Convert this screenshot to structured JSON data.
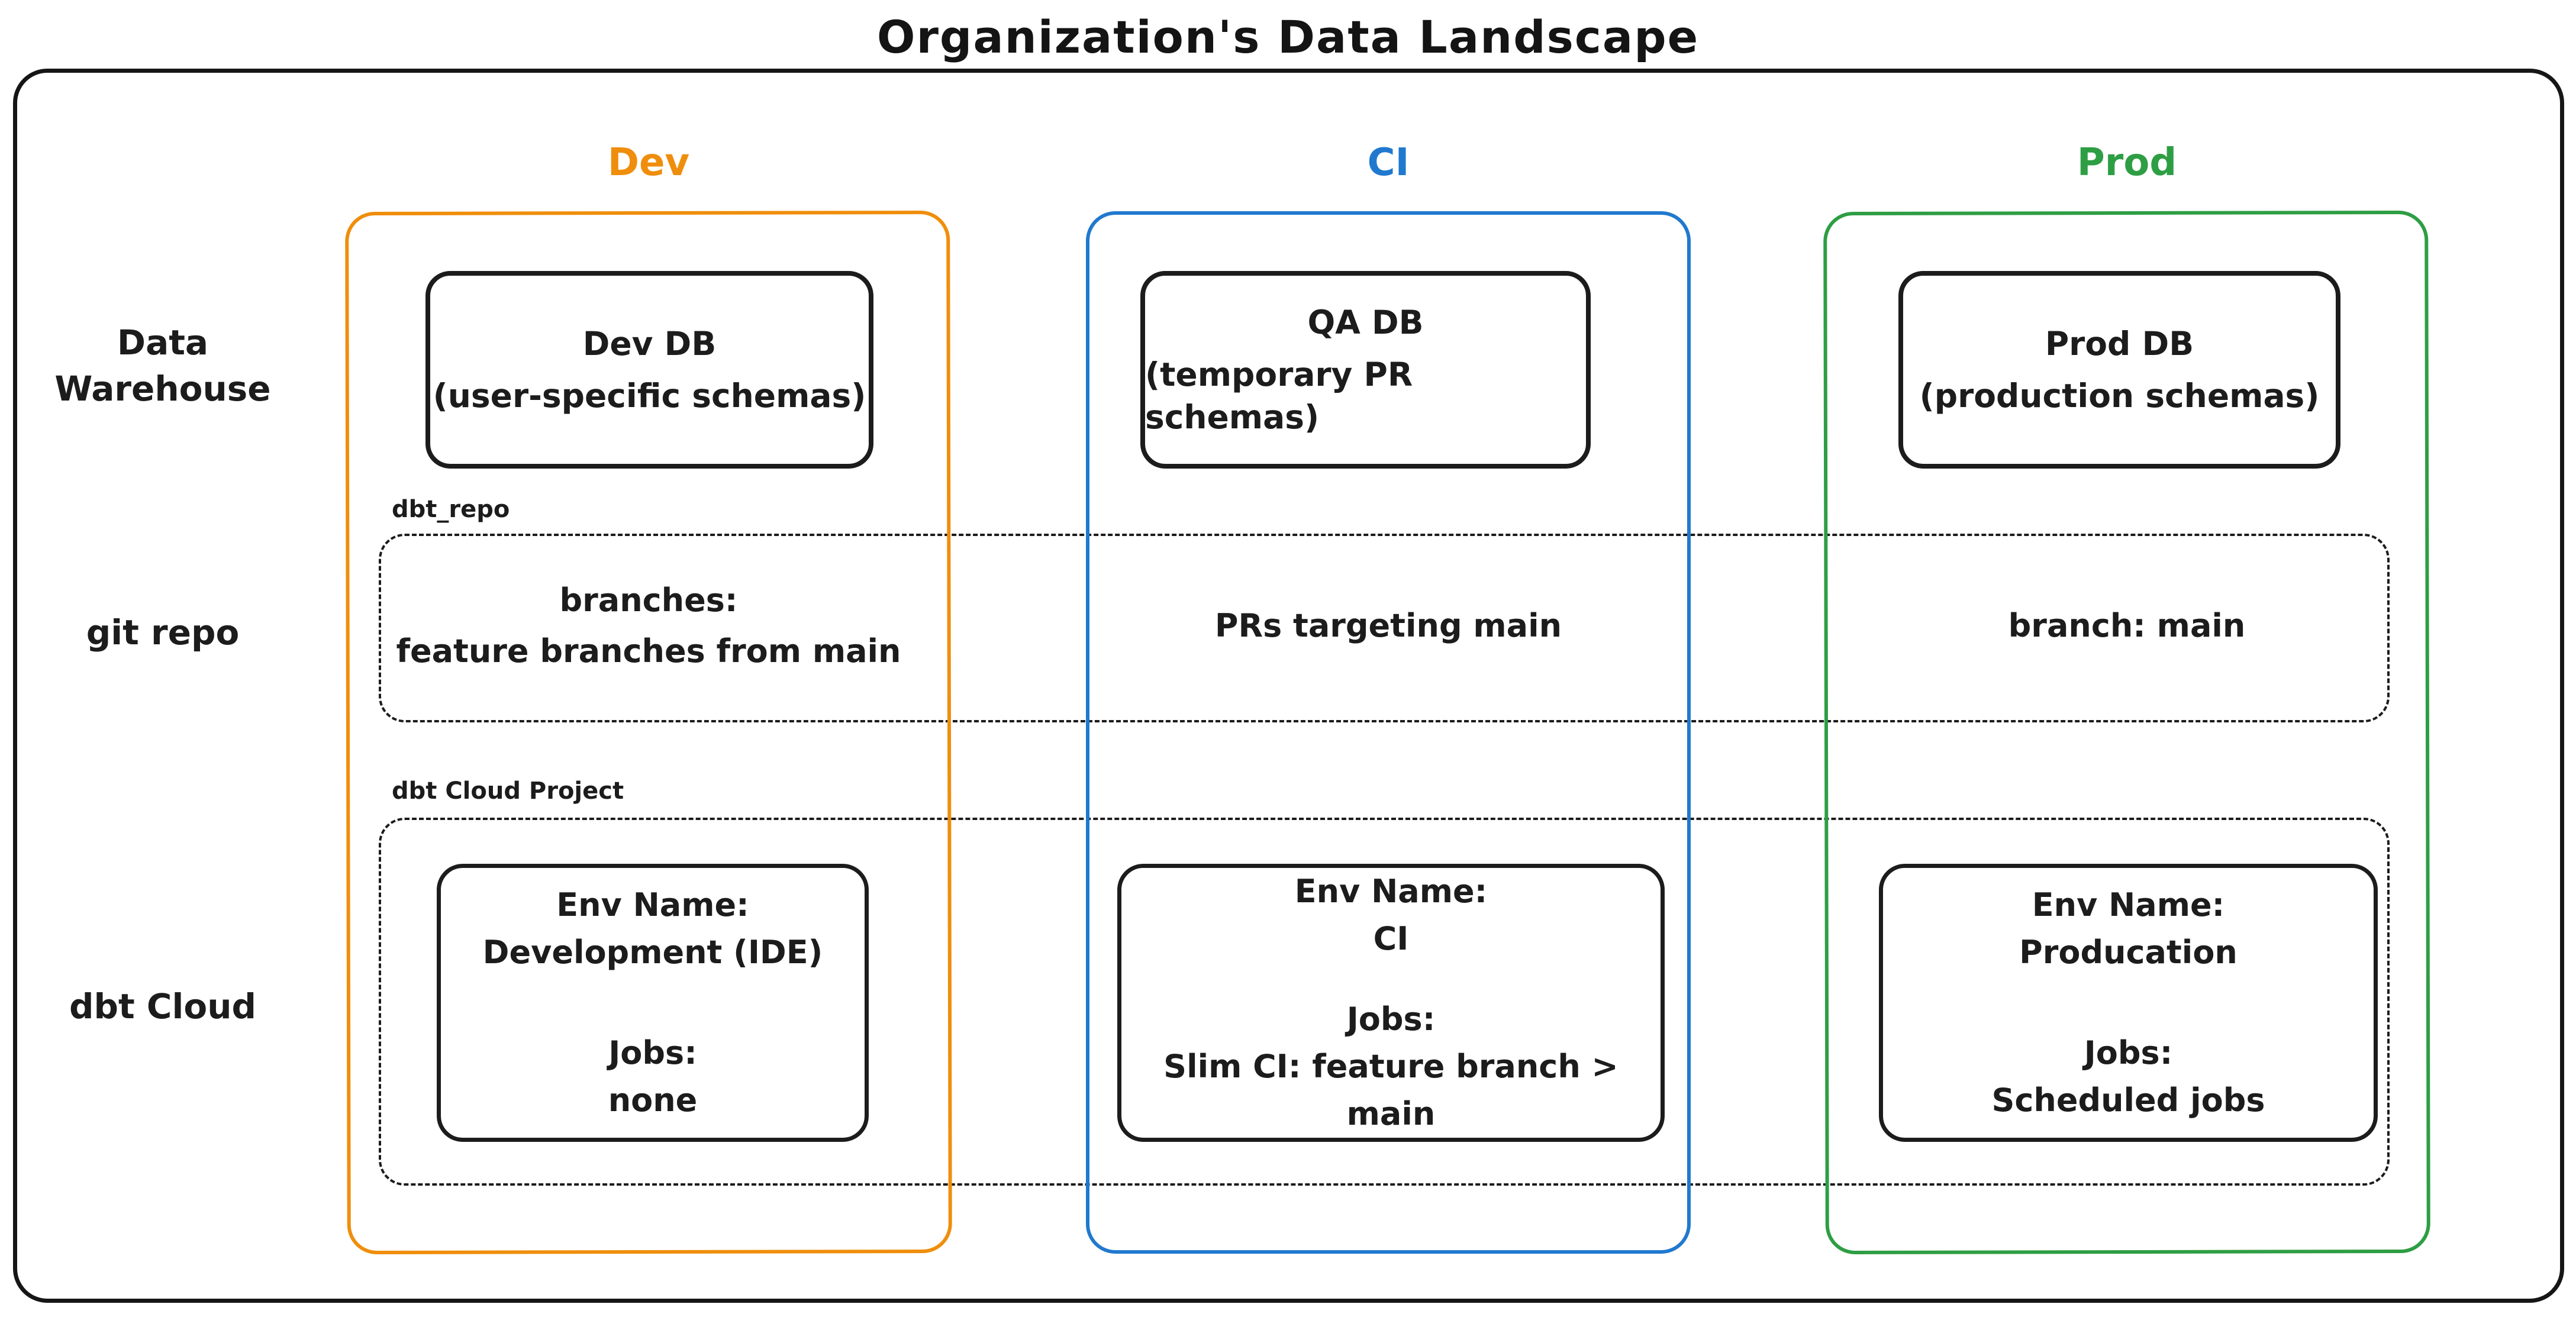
{
  "title": "Organization's Data Landscape",
  "colors": {
    "ink": "#1c1c1c",
    "dev_accent": "#ef8e0c",
    "ci_accent": "#2079ce",
    "prod_accent": "#2e9e44"
  },
  "columns": {
    "dev": {
      "label": "Dev"
    },
    "ci": {
      "label": "CI"
    },
    "prod": {
      "label": "Prod"
    }
  },
  "row_labels": {
    "data_warehouse_line1": "Data",
    "data_warehouse_line2": "Warehouse",
    "git_repo": "git repo",
    "dbt_cloud": "dbt Cloud"
  },
  "warehouse_row": {
    "dev": {
      "name": "Dev DB",
      "detail": "(user-specific schemas)"
    },
    "ci": {
      "name": "QA DB",
      "detail": "(temporary PR schemas)"
    },
    "prod": {
      "name": "Prod DB",
      "detail": "(production schemas)"
    }
  },
  "git_band": {
    "label": "dbt_repo",
    "dev_line1": "branches:",
    "dev_line2": "feature branches from main",
    "ci": "PRs targeting main",
    "prod": "branch: main"
  },
  "cloud_band": {
    "label": "dbt Cloud Project",
    "env_name_label": "Env Name:",
    "jobs_label": "Jobs:",
    "dev": {
      "env": "Development (IDE)",
      "jobs": "none"
    },
    "ci": {
      "env": "CI",
      "jobs": "Slim CI: feature branch > main"
    },
    "prod": {
      "env": "Producation",
      "jobs": "Scheduled jobs"
    }
  }
}
